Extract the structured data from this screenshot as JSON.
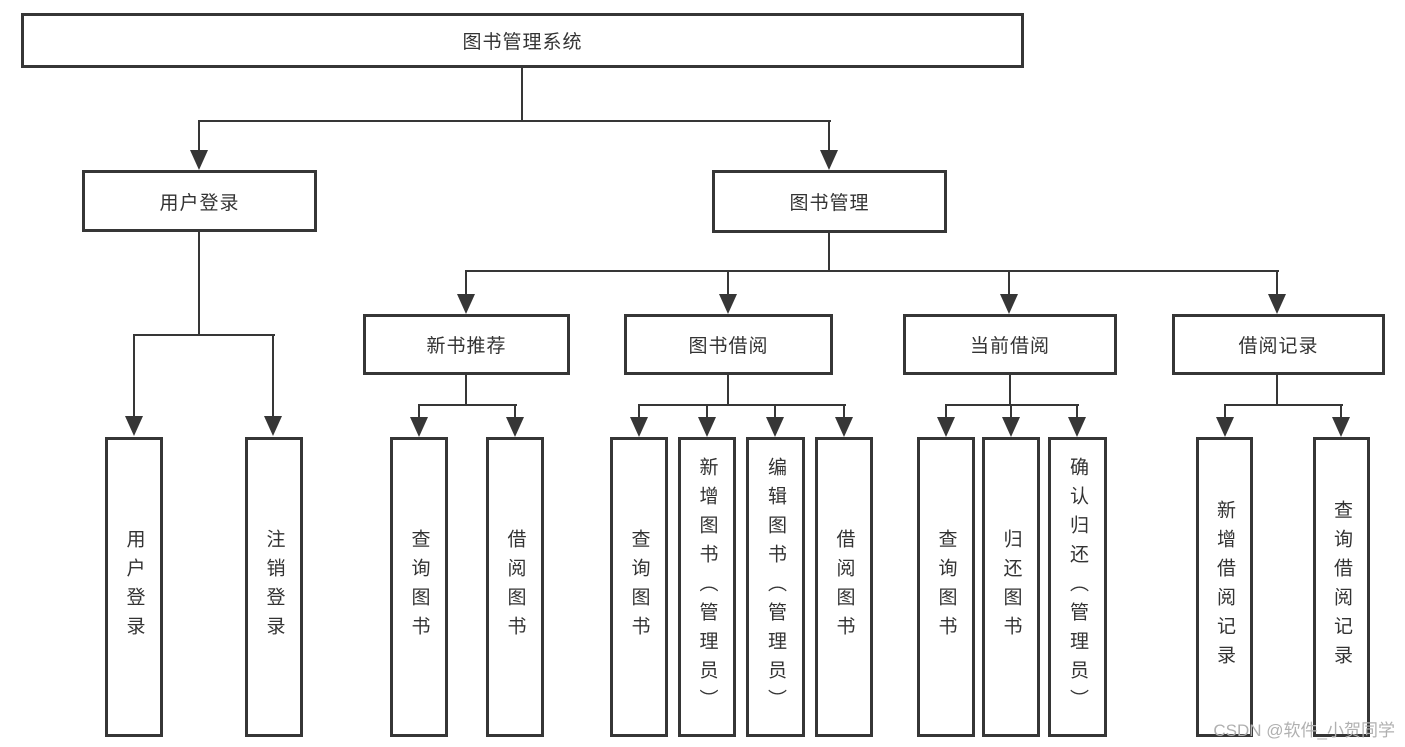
{
  "tree": {
    "root": {
      "label": "图书管理系统"
    },
    "level2": [
      {
        "label": "用户登录",
        "leaves": [
          "用户登录",
          "注销登录"
        ]
      },
      {
        "label": "图书管理",
        "groups": [
          {
            "label": "新书推荐",
            "leaves": [
              "查询图书",
              "借阅图书"
            ]
          },
          {
            "label": "图书借阅",
            "leaves": [
              "查询图书",
              "新增图书（管理员）",
              "编辑图书（管理员）",
              "借阅图书"
            ]
          },
          {
            "label": "当前借阅",
            "leaves": [
              "查询图书",
              "归还图书",
              "确认归还（管理员）"
            ]
          },
          {
            "label": "借阅记录",
            "leaves": [
              "新增借阅记录",
              "查询借阅记录"
            ]
          }
        ]
      }
    ]
  },
  "watermark": {
    "text": "CSDN @软件_小贺同学"
  },
  "colors": {
    "line": "#363636",
    "box_border": "#363636",
    "text": "#333333",
    "watermark": "#b0b0b0",
    "background": "#ffffff"
  }
}
